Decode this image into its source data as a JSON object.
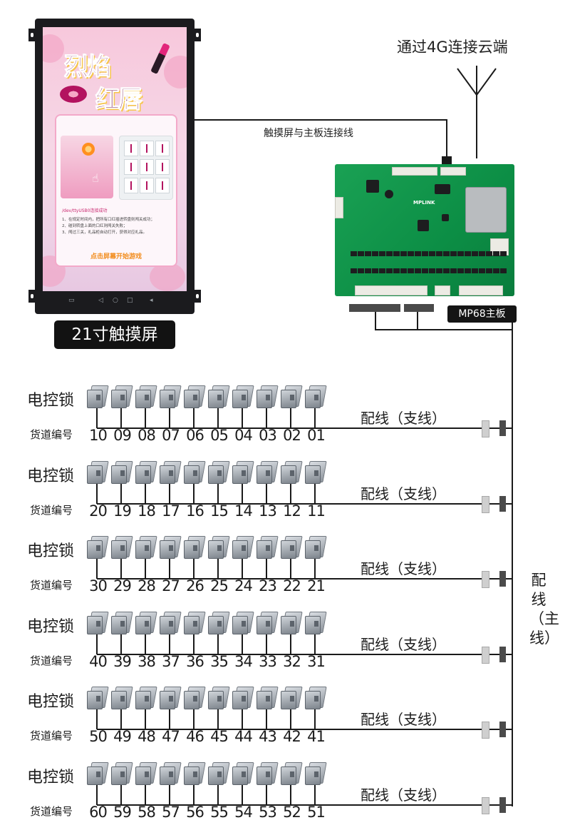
{
  "top_label": "通过4G连接云端",
  "cable_label": "触摸屏与主板连接线",
  "screen": {
    "caption": "21寸触摸屏",
    "game_title_line1": "烈焰",
    "game_title_line2": "红唇",
    "status": "/dev/ttyUSB0连接成功",
    "rules": [
      "1、在规定时间内，把所有口红插进转盘则闯关成功；",
      "2、碰到转盘上面的口红则闯关失败；",
      "3、闯过三关，礼品柜自动打开，获得对应礼品。"
    ],
    "start": "点击屏幕开始游戏"
  },
  "board": {
    "caption": "MP68主板",
    "brand": "MPLINK"
  },
  "trunk_label": "配线\n（主线）",
  "rows": [
    {
      "title": "电控锁",
      "sub": "货道编号",
      "branch": "配线（支线）",
      "numbers": [
        "10",
        "09",
        "08",
        "07",
        "06",
        "05",
        "04",
        "03",
        "02",
        "01"
      ]
    },
    {
      "title": "电控锁",
      "sub": "货道编号",
      "branch": "配线（支线）",
      "numbers": [
        "20",
        "19",
        "18",
        "17",
        "16",
        "15",
        "14",
        "13",
        "12",
        "11"
      ]
    },
    {
      "title": "电控锁",
      "sub": "货道编号",
      "branch": "配线（支线）",
      "numbers": [
        "30",
        "29",
        "28",
        "27",
        "26",
        "25",
        "24",
        "23",
        "22",
        "21"
      ]
    },
    {
      "title": "电控锁",
      "sub": "货道编号",
      "branch": "配线（支线）",
      "numbers": [
        "40",
        "39",
        "38",
        "37",
        "36",
        "35",
        "34",
        "33",
        "32",
        "31"
      ]
    },
    {
      "title": "电控锁",
      "sub": "货道编号",
      "branch": "配线（支线）",
      "numbers": [
        "50",
        "49",
        "48",
        "47",
        "46",
        "45",
        "44",
        "43",
        "42",
        "41"
      ]
    },
    {
      "title": "电控锁",
      "sub": "货道编号",
      "branch": "配线（支线）",
      "numbers": [
        "60",
        "59",
        "58",
        "57",
        "56",
        "55",
        "54",
        "53",
        "52",
        "51"
      ]
    }
  ]
}
